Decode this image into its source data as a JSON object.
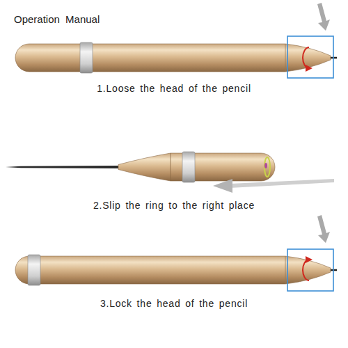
{
  "diagram": {
    "title": "Operation Manual",
    "labels": [
      "1.Loose the head of the pencil",
      "2.Slip the ring to the right place",
      "3.Lock the head of the pencil"
    ]
  }
}
